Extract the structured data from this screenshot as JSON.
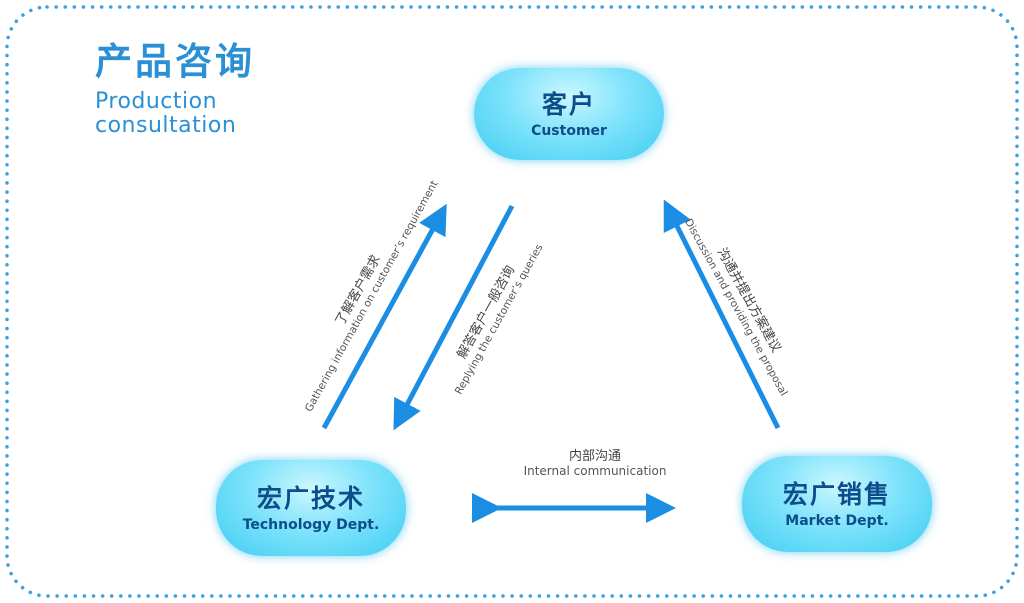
{
  "title": {
    "cn": "产品咨询",
    "en_line1": "Production",
    "en_line2": "consultation"
  },
  "nodes": {
    "customer": {
      "cn": "客户",
      "en": "Customer"
    },
    "technology": {
      "cn": "宏广技术",
      "en": "Technology Dept."
    },
    "market": {
      "cn": "宏广销售",
      "en": "Market Dept."
    }
  },
  "edges": {
    "gathering": {
      "cn": "了解客户需求",
      "en": "Gathering information on customer’s requirement"
    },
    "replying": {
      "cn": "解答客户一般咨询",
      "en": "Replying the customer’s queries"
    },
    "discussion": {
      "cn": "沟通并提出方案建议",
      "en": "Discussion and providing the proposal"
    },
    "internal": {
      "cn": "内部沟通",
      "en": "Internal communication"
    }
  },
  "colors": {
    "accent": "#2b8fd6",
    "arrow": "#1b8ee3",
    "node": "#55d6f5",
    "node_text": "#0d4d8a",
    "dot_border": "#3aa0e0"
  }
}
